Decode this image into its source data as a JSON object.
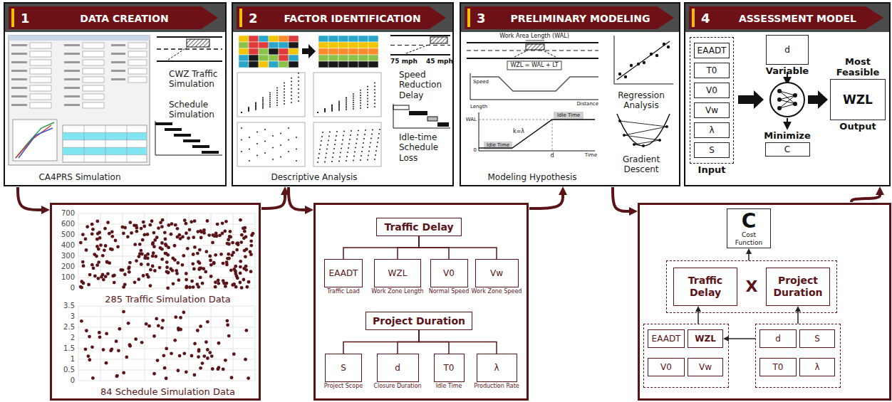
{
  "diagram": {
    "nodes": [
      {
        "text": [
          "1",
          "DATA CREATION",
          "CWZ Traffic Simulation",
          "Schedule Simulation",
          "CA4PRS Simulation"
        ]
      },
      {
        "text": [
          "2",
          "FACTOR IDENTIFICATION",
          "Speed Reduction Delay",
          "Idle-time Schedule Loss",
          "Descriptive Analysis"
        ]
      },
      {
        "text": [
          "3",
          "PRELIMINARY MODELING",
          "Regression Analysis",
          "Gradient Descent",
          "Modeling Hypothesis"
        ]
      },
      {
        "text": [
          "4",
          "ASSESSMENT MODEL"
        ]
      },
      {
        "text": [
          "Input"
        ],
        "in": 3
      },
      {
        "text": [
          "EAADT"
        ],
        "in": 4
      },
      {
        "text": [
          "T0"
        ],
        "in": 4
      },
      {
        "text": [
          "V0"
        ],
        "in": 4
      },
      {
        "text": [
          "Vw"
        ],
        "in": 4
      },
      {
        "text": [
          "λ"
        ],
        "in": 4
      },
      {
        "text": [
          "S"
        ],
        "in": 4
      },
      {
        "text": [
          "d",
          "Variable"
        ],
        "in": 3
      },
      {
        "text": [
          "Minimize",
          "C"
        ],
        "in": 3
      },
      {
        "text": [
          "Most Feasible",
          "WZL",
          "Output"
        ],
        "in": 3
      },
      {
        "text": [
          "285 Traffic Simulation Data",
          "84 Schedule Simulation Data"
        ]
      },
      {
        "text": []
      },
      {
        "text": [
          "Traffic Delay"
        ],
        "in": 15
      },
      {
        "text": [
          "EAADT",
          "Traffic Load"
        ],
        "in": 15
      },
      {
        "text": [
          "WZL",
          "Work Zone Length"
        ],
        "in": 15
      },
      {
        "text": [
          "V0",
          "Normal Speed"
        ],
        "in": 15
      },
      {
        "text": [
          "Vw",
          "Work Zone Speed"
        ],
        "in": 15
      },
      {
        "text": [
          "Project Duration"
        ],
        "in": 15
      },
      {
        "text": [
          "S",
          "Project Scope"
        ],
        "in": 15
      },
      {
        "text": [
          "d",
          "Closure Duration"
        ],
        "in": 15
      },
      {
        "text": [
          "T0",
          "Idle Time"
        ],
        "in": 15
      },
      {
        "text": [
          "λ",
          "Production Rate"
        ],
        "in": 15
      },
      {
        "text": []
      },
      {
        "text": [
          "C",
          "Cost Function"
        ],
        "in": 26
      },
      {
        "text": [
          "X"
        ],
        "in": 26
      },
      {
        "text": [
          "Traffic Delay"
        ],
        "in": 28
      },
      {
        "text": [
          "Project Duration"
        ],
        "in": 28
      },
      {
        "text": [],
        "in": 26
      },
      {
        "text": [
          "EAADT"
        ],
        "in": 31
      },
      {
        "text": [
          "WZL"
        ],
        "in": 31
      },
      {
        "text": [
          "V0"
        ],
        "in": 31
      },
      {
        "text": [
          "Vw"
        ],
        "in": 31
      },
      {
        "text": [],
        "in": 26
      },
      {
        "text": [
          "d"
        ],
        "in": 36
      },
      {
        "text": [
          "S"
        ],
        "in": 36
      },
      {
        "text": [
          "T0"
        ],
        "in": 36
      },
      {
        "text": [
          "λ"
        ],
        "in": 36
      }
    ],
    "edges": [
      {
        "from": 0,
        "to": 14,
        "arrow": "to"
      },
      {
        "from": 14,
        "to": 1,
        "arrow": "to"
      },
      {
        "from": 1,
        "to": 15,
        "arrow": "to"
      },
      {
        "from": 15,
        "to": 2,
        "arrow": "to"
      },
      {
        "from": 2,
        "to": 26,
        "arrow": "to"
      },
      {
        "from": 26,
        "to": 3,
        "arrow": "to"
      },
      {
        "from": 16,
        "to": 17,
        "arrow": "none"
      },
      {
        "from": 16,
        "to": 18,
        "arrow": "none"
      },
      {
        "from": 16,
        "to": 19,
        "arrow": "none"
      },
      {
        "from": 16,
        "to": 20,
        "arrow": "none"
      },
      {
        "from": 21,
        "to": 22,
        "arrow": "none"
      },
      {
        "from": 21,
        "to": 23,
        "arrow": "none"
      },
      {
        "from": 21,
        "to": 24,
        "arrow": "none"
      },
      {
        "from": 21,
        "to": 25,
        "arrow": "none"
      },
      {
        "from": 31,
        "to": 29,
        "arrow": "to"
      },
      {
        "from": 36,
        "to": 30,
        "arrow": "to"
      },
      {
        "from": 28,
        "to": 27,
        "arrow": "to"
      },
      {
        "from": 36,
        "to": 33,
        "arrow": "to"
      }
    ],
    "labels": [
      "75 mph",
      "45 mph",
      "Work Area Length (WAL)",
      "WZL = WAL + LT",
      "Speed",
      "Distance",
      "Length",
      "WAL",
      "Idle Time",
      "Idle Time",
      "k=λ",
      "0",
      "d",
      "Time",
      "700",
      "600",
      "500",
      "400",
      "300",
      "200",
      "100",
      "0",
      "3.5",
      "3",
      "2.5",
      "2",
      "1.5",
      "1",
      "0.5",
      "0"
    ]
  }
}
